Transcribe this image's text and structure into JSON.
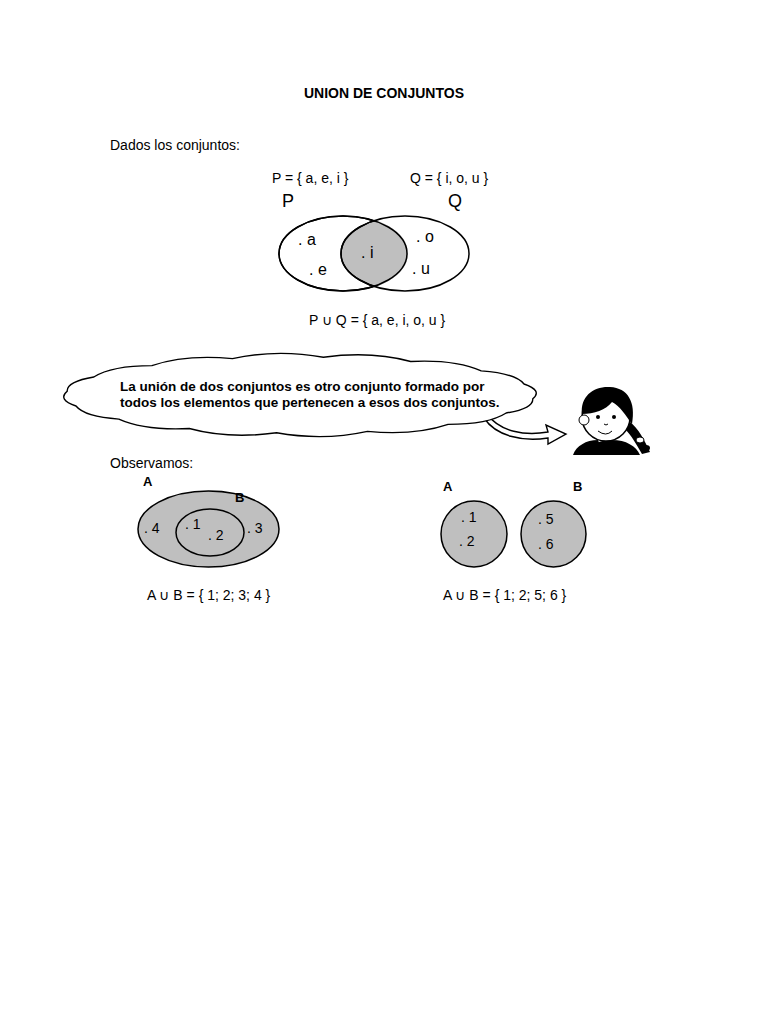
{
  "diagram": {
    "title": "UNION DE CONJUNTOS",
    "nodes": [
      {
        "text": [
          "P",
          ". a",
          ". e"
        ]
      },
      {
        "text": [
          ". i"
        ]
      },
      {
        "text": [
          "Q",
          ". o",
          ". u"
        ]
      },
      {
        "text": [
          "La unión de dos conjuntos es otro conjunto formado por todos los elementos que pertenecen a esos dos conjuntos."
        ]
      },
      {
        "text": [
          "A",
          ". 4",
          ". 3"
        ]
      },
      {
        "text": [
          "B",
          ". 1",
          ". 2"
        ],
        "in": 4
      },
      {
        "text": [
          "A",
          ". 1",
          ". 2"
        ]
      },
      {
        "text": [
          "B",
          ". 5",
          ". 6"
        ]
      }
    ],
    "labels": [
      "Dados los conjuntos:",
      "P = { a, e, i }",
      "Q = { i, o, u }",
      "P ∪ Q = { a, e, i, o, u }",
      "Observamos:",
      "A ∪ B = { 1; 2; 3; 4 }",
      "A ∪ B = { 1; 2; 5; 6 }"
    ]
  }
}
